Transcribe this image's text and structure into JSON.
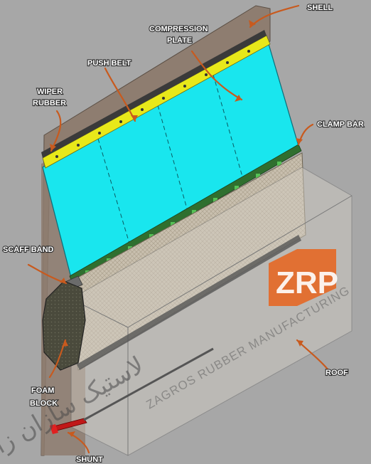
{
  "labels": {
    "shell": "SHELL",
    "compression_plate_line1": "COMPRESSION",
    "compression_plate_line2": "PLATE",
    "push_belt": "PUSH BELT",
    "wiper_rubber_line1": "WIPER",
    "wiper_rubber_line2": "RUBBER",
    "clamp_bar": "CLAMP BAR",
    "scaff_band": "SCAFF BAND",
    "roof": "ROOF",
    "foam_block_line1": "FOAM",
    "foam_block_line2": "BLOCK",
    "shunt": "SHUNT"
  },
  "watermark": {
    "persian": "لاستیک سازان زاگرس",
    "english": "ZAGROS RUBBER MANUFACTURING",
    "logo_letters": "ZRP"
  },
  "colors": {
    "background": "#a7a7a7",
    "shell": "#8e7d70",
    "compression_plate": "#19e6ee",
    "push_belt": "#e8e81a",
    "clamp_bar": "#3a8a3a",
    "arrow": "#c85a1e",
    "logo": "#e8631c",
    "shunt": "#c01818"
  }
}
